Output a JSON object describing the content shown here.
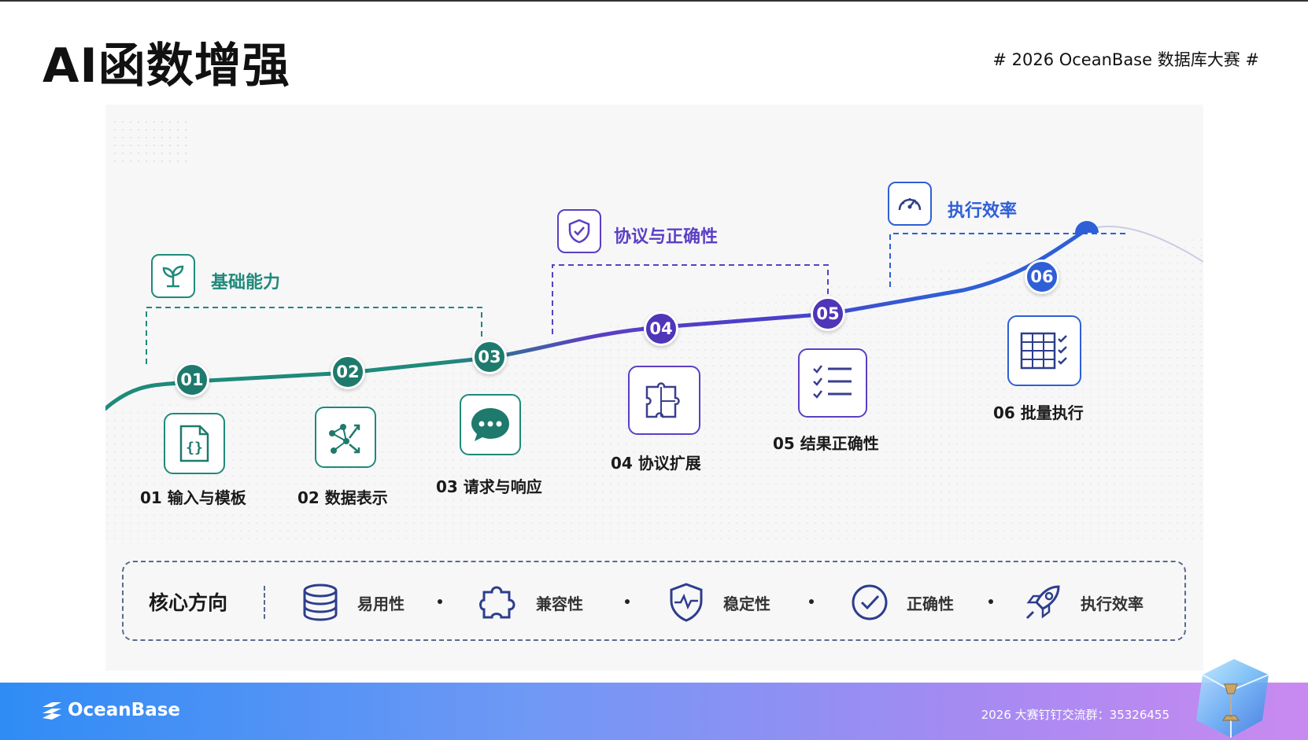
{
  "title": "AI函数增强",
  "hashtag": "# 2026 OceanBase 数据库大赛 #",
  "groups": {
    "basic": {
      "label": "基础能力",
      "icon": "sprout-icon",
      "color": "#1e8a7a"
    },
    "protocol": {
      "label": "协议与正确性",
      "icon": "shield-check-icon",
      "color": "#5b3fc4"
    },
    "efficiency": {
      "label": "执行效率",
      "icon": "speedometer-icon",
      "color": "#2f5fd6"
    }
  },
  "steps": [
    {
      "num": "01",
      "label": "01  输入与模板",
      "icon": "code-file-icon"
    },
    {
      "num": "02",
      "label": "02  数据表示",
      "icon": "network-nodes-icon"
    },
    {
      "num": "03",
      "label": "03  请求与响应",
      "icon": "chat-bubble-icon"
    },
    {
      "num": "04",
      "label": "04  协议扩展",
      "icon": "puzzle-icon"
    },
    {
      "num": "05",
      "label": "05  结果正确性",
      "icon": "checklist-icon"
    },
    {
      "num": "06",
      "label": "06  批量执行",
      "icon": "table-check-icon"
    }
  ],
  "core": {
    "title": "核心方向",
    "items": [
      {
        "label": "易用性",
        "icon": "database-icon"
      },
      {
        "label": "兼容性",
        "icon": "puzzle-icon"
      },
      {
        "label": "稳定性",
        "icon": "shield-pulse-icon"
      },
      {
        "label": "正确性",
        "icon": "check-circle-icon"
      },
      {
        "label": "执行效率",
        "icon": "rocket-icon"
      }
    ]
  },
  "footer": {
    "logo_text": "OceanBase",
    "contact": "2026 大赛钉钉交流群：35326455"
  },
  "colors": {
    "teal": "#1e8a7a",
    "purple": "#5b3fc4",
    "blue": "#2f5fd6",
    "navy": "#2d3e8c"
  }
}
